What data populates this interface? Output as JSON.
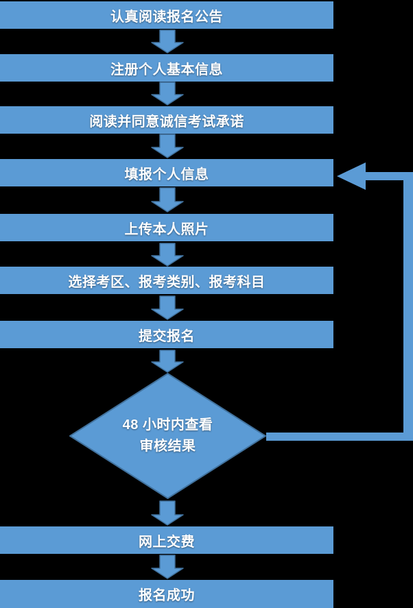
{
  "colors": {
    "background": "#000000",
    "shape_fill": "#5b9bd5",
    "shape_border": "#41719c",
    "text": "#ffffff"
  },
  "flow": {
    "steps": [
      {
        "label": "认真阅读报名公告"
      },
      {
        "label": "注册个人基本信息"
      },
      {
        "label": "阅读并同意诚信考试承诺"
      },
      {
        "label": "填报个人信息"
      },
      {
        "label": "上传本人照片"
      },
      {
        "label": "选择考区、报考类别、报考科目"
      },
      {
        "label": "提交报名"
      },
      {
        "label": "网上交费"
      },
      {
        "label": "报名成功"
      }
    ],
    "decision": {
      "line1": "48 小时内查看",
      "line2": "审核结果"
    }
  }
}
